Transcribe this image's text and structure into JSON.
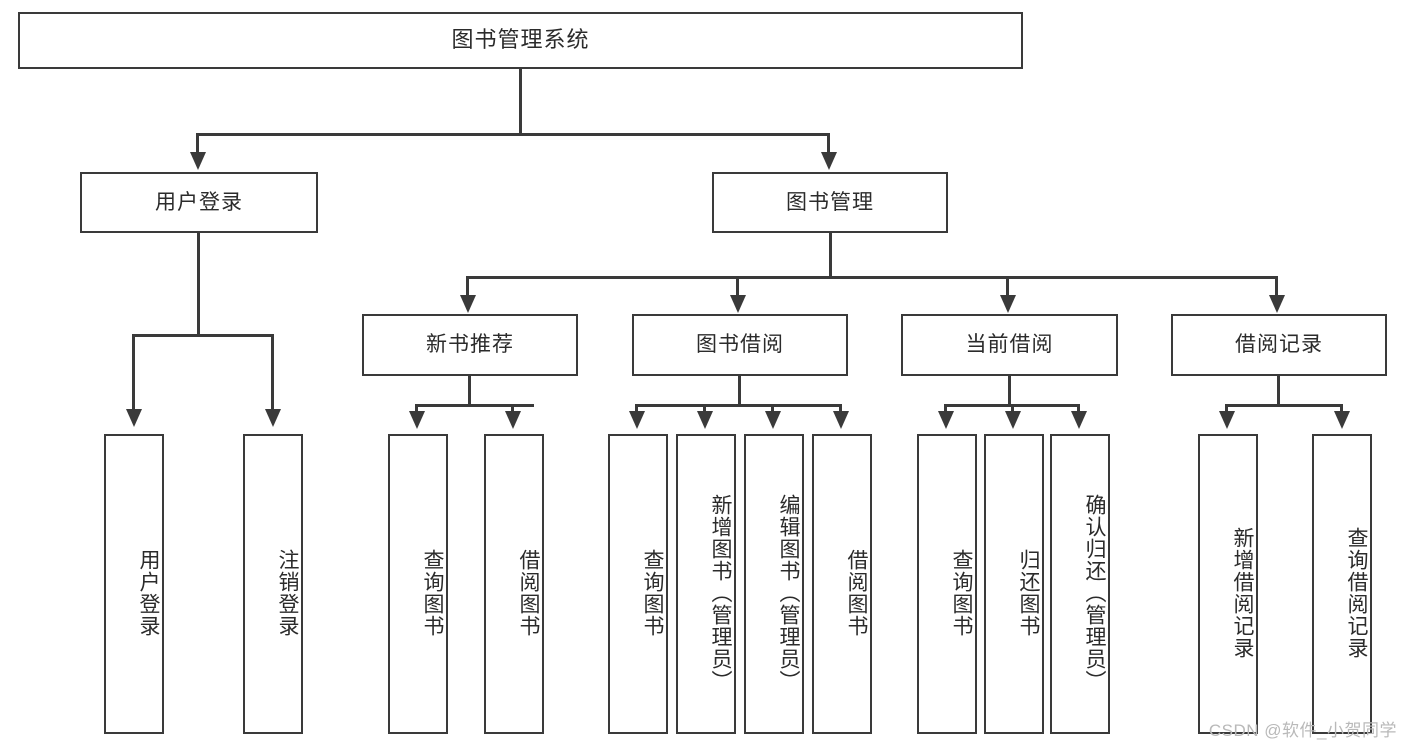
{
  "diagram": {
    "title": "图书管理系统",
    "type": "tree",
    "colors": {
      "stroke": "#3a3a3a",
      "text": "#2b2b2b",
      "background": "#ffffff",
      "watermark": "#b9b9b9"
    },
    "root": {
      "label": "图书管理系统"
    },
    "level2": [
      {
        "label": "用户登录"
      },
      {
        "label": "图书管理"
      }
    ],
    "level3": [
      {
        "label": "新书推荐"
      },
      {
        "label": "图书借阅"
      },
      {
        "label": "当前借阅"
      },
      {
        "label": "借阅记录"
      }
    ],
    "leaves": {
      "user_login": [
        {
          "label": "用户登录"
        },
        {
          "label": "注销登录"
        }
      ],
      "new_book_recommend": [
        {
          "label": "查询图书"
        },
        {
          "label": "借阅图书"
        }
      ],
      "book_borrow": [
        {
          "label": "查询图书"
        },
        {
          "label": "新增图书（管理员）"
        },
        {
          "label": "编辑图书（管理员）"
        },
        {
          "label": "借阅图书"
        }
      ],
      "current_borrow": [
        {
          "label": "查询图书"
        },
        {
          "label": "归还图书"
        },
        {
          "label": "确认归还（管理员）"
        }
      ],
      "borrow_record": [
        {
          "label": "新增借阅记录"
        },
        {
          "label": "查询借阅记录"
        }
      ]
    }
  },
  "watermark": {
    "text": "CSDN @软件_小贺同学"
  }
}
